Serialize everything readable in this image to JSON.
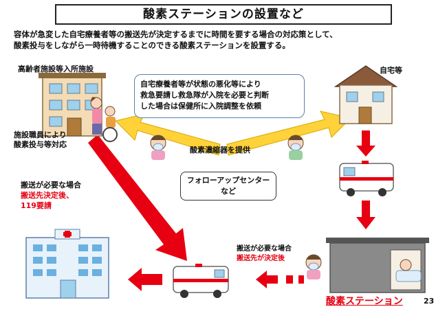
{
  "title": "酸素ステーションの設置など",
  "intro": {
    "line1": "容体が急変した自宅療養者等の搬送先が決定するまでに時間を要する場合の対応策として、",
    "line2": "酸素投与をしながら一時待機することのできる酸素ステーションを設置する。"
  },
  "facility": {
    "label": "高齢者施設等入所施設",
    "note_line1": "施設職員により",
    "note_line2": "酸素投与等対応"
  },
  "home_label": "自宅等",
  "callout": {
    "line1": "自宅療養者等が状態の悪化等により",
    "line2": "救急要請し救急隊が入院を必要と判断",
    "line3": "した場合は保健所に入院調整を依頼"
  },
  "concentrator_label": "酸素濃縮器を提供",
  "follow_up": {
    "line1": "フォローアップセンター",
    "line2": "など"
  },
  "left_transport": {
    "line1": "搬送が必要な場合",
    "line2": "搬送先決定後、",
    "line3": "119要請"
  },
  "right_transport": {
    "line1": "搬送が必要な場合",
    "line2": "搬送先が決定後"
  },
  "oxygen_station_label": "酸素ステーション",
  "page_number": "23",
  "colors": {
    "red_arrow": "#e60012",
    "yellow_arrow": "#ffd23a",
    "callout_border": "#5a7fa8"
  },
  "icons": [
    "nursing-facility-icon",
    "house-icon",
    "ambulance-icon",
    "hospital-icon",
    "oxygen-station-building-icon",
    "patient-with-mask-icon"
  ]
}
